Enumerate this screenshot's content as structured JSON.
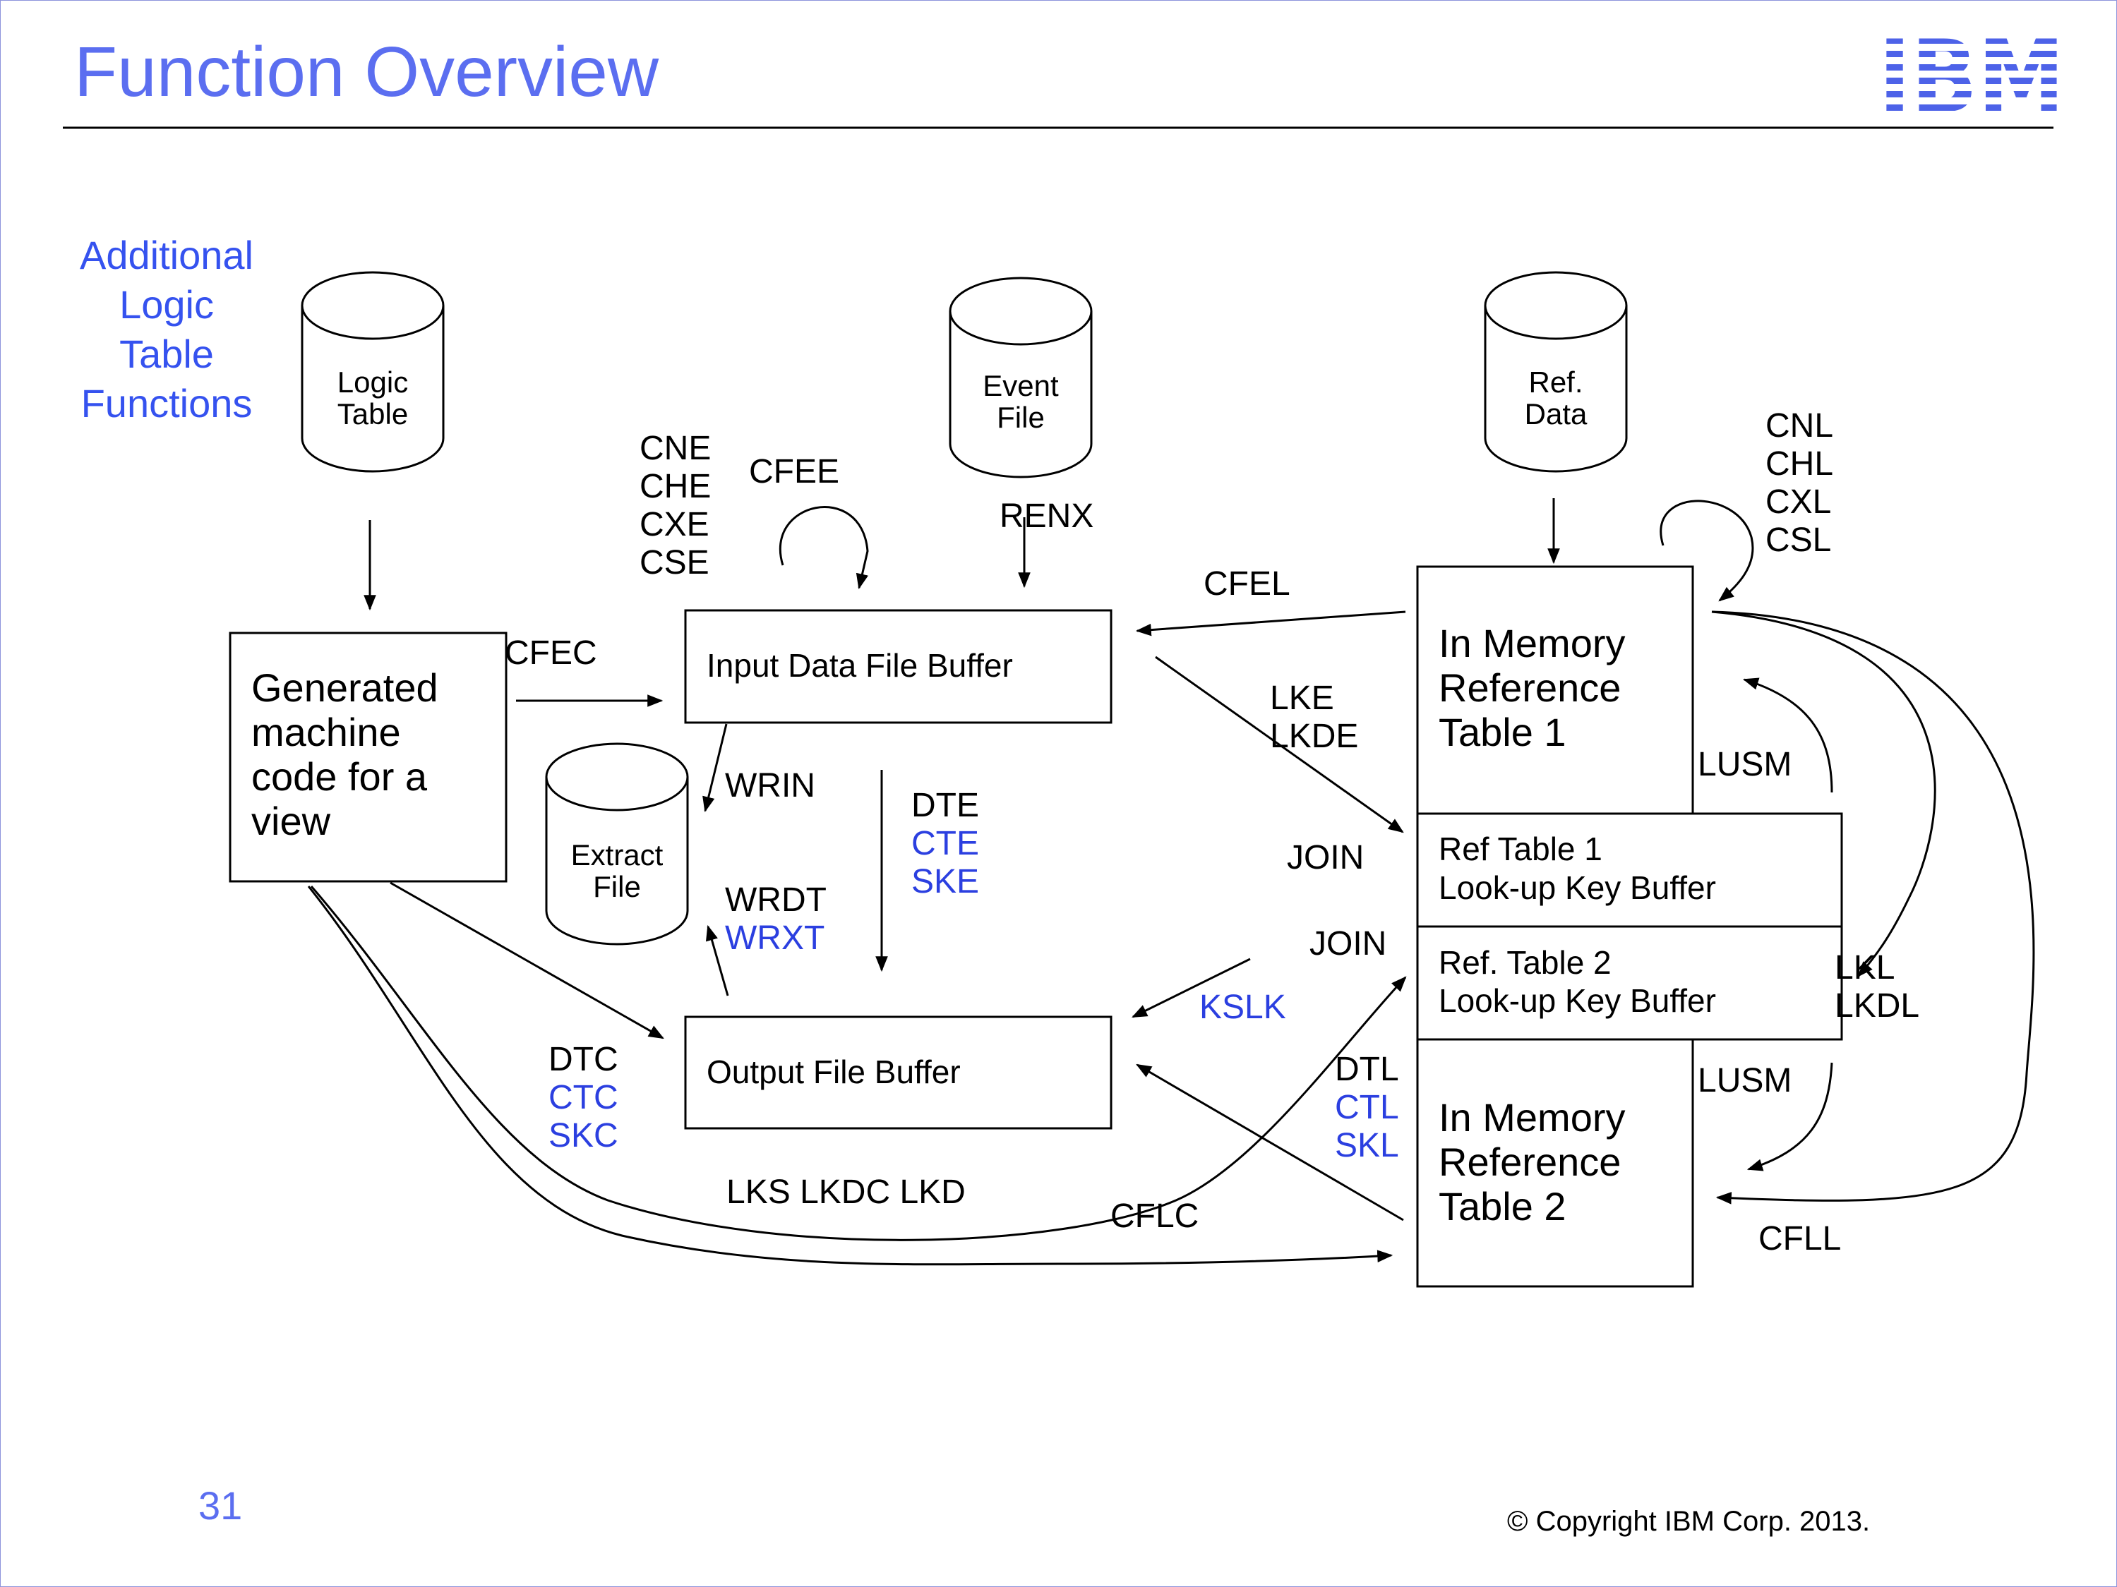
{
  "title": "Function Overview",
  "logo": "IBM",
  "side_heading": [
    "Additional",
    "Logic",
    "Table",
    "Functions"
  ],
  "page_number": "31",
  "copyright": "© Copyright IBM Corp. 2013.",
  "colors": {
    "title": "#5b6ef0",
    "accent_blue": "#2b3fe0",
    "border": "#8c93dc",
    "logo": "#4d62e8"
  },
  "cylinders": {
    "logic_table": [
      "Logic",
      "Table"
    ],
    "event_file": [
      "Event",
      "File"
    ],
    "ref_data": [
      "Ref.",
      "Data"
    ],
    "extract_file": [
      "Extract",
      "File"
    ]
  },
  "boxes": {
    "generated_code": [
      "Generated",
      "machine",
      "code for a",
      "view"
    ],
    "input_buffer": "Input Data File Buffer",
    "output_buffer": "Output File Buffer",
    "ref_table_1": [
      "In Memory",
      "Reference",
      "Table 1"
    ],
    "ref_table_2": [
      "In Memory",
      "Reference",
      "Table 2"
    ],
    "key_buffer_1": [
      "Ref Table 1",
      "Look-up Key Buffer"
    ],
    "key_buffer_2": [
      "Ref. Table 2",
      "Look-up Key Buffer"
    ]
  },
  "labels": {
    "cne_group": [
      "CNE",
      "CHE",
      "CXE",
      "CSE"
    ],
    "cfee": "CFEE",
    "renx": "RENX",
    "cnl_group": [
      "CNL",
      "CHL",
      "CXL",
      "CSL"
    ],
    "cfel": "CFEL",
    "cfec": "CFEC",
    "lke": [
      "LKE",
      "LKDE"
    ],
    "wrin": "WRIN",
    "dte": "DTE",
    "cte": "CTE",
    "ske": "SKE",
    "wrdt": "WRDT",
    "wrxt": "WRXT",
    "lusm_top": "LUSM",
    "join_1": "JOIN",
    "join_2": "JOIN",
    "kslk": "KSLK",
    "lkl": [
      "LKL",
      "LKDL"
    ],
    "dtc": "DTC",
    "ctc": "CTC",
    "skc": "SKC",
    "dtl": "DTL",
    "ctl": "CTL",
    "skl": "SKL",
    "lusm_bottom": "LUSM",
    "lks": "LKS LKDC LKD",
    "cflc": "CFLC",
    "cfll": "CFLL"
  }
}
